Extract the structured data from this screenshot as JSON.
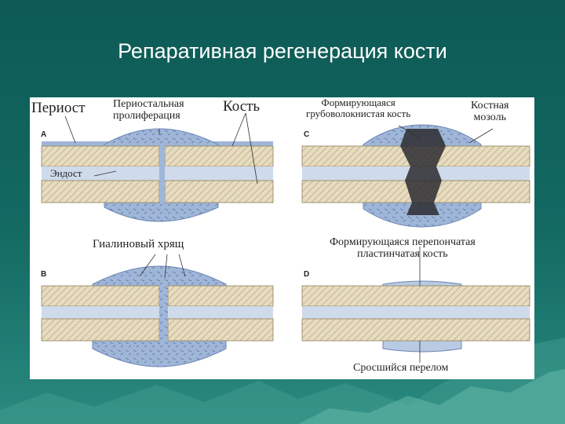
{
  "slide": {
    "title": "Репаративная регенерация кости"
  },
  "panels": {
    "A": {
      "letter": "A",
      "periosteum": "Периост",
      "periosteal_proliferation": "Периостальная\nпролиферация",
      "bone": "Кость",
      "endosteum": "Эндост"
    },
    "B": {
      "letter": "B",
      "hyaline_cartilage": "Гиалиновый хрящ"
    },
    "C": {
      "letter": "C",
      "forming_coarse_fibrous_bone": "Формирующаяся\nгрубоволокнистая кость",
      "bone_callus": "Костная\nмозоль"
    },
    "D": {
      "letter": "D",
      "forming_lamellar_bone": "Формирующаяся перепончатая\nпластинчатая кость",
      "healed_fracture": "Сросшийся перелом"
    }
  },
  "colors": {
    "background": "#136a63",
    "bone_fill": "#e7dcbf",
    "bone_hatch": "#b8a884",
    "callus_blue": "#9fb6d8",
    "callus_stroke": "#6c86b3",
    "dark_bone": "#2b2b30"
  }
}
